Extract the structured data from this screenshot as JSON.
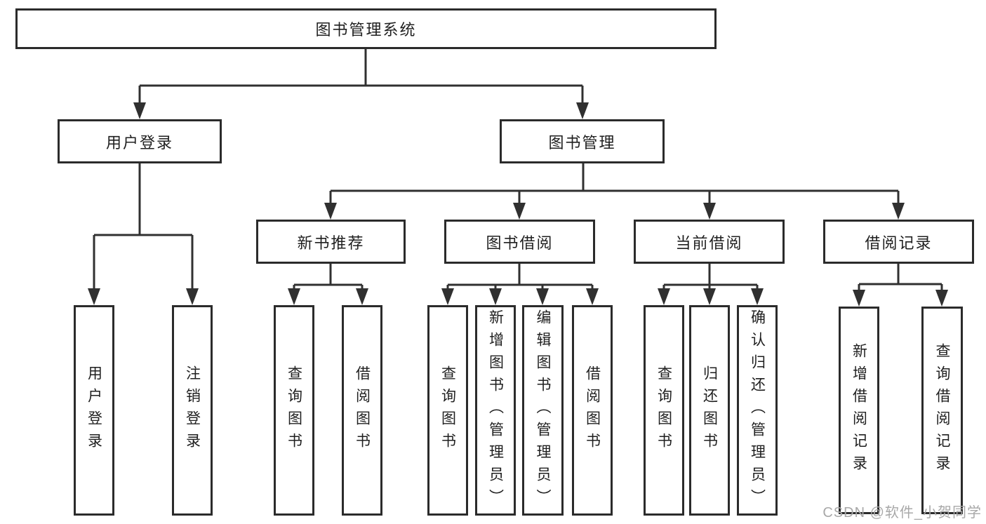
{
  "colors": {
    "line": "#303030",
    "box_border": "#2b2b2b",
    "text": "#1f1f1f",
    "background": "#ffffff",
    "watermark": "#a8a8a8"
  },
  "watermark": "CSDN @软件_小贺同学",
  "diagram": {
    "type": "hierarchy-tree",
    "tree": {
      "label": "图书管理系统",
      "children": [
        {
          "label": "用户登录",
          "children": [
            {
              "label": "用户登录"
            },
            {
              "label": "注销登录"
            }
          ]
        },
        {
          "label": "图书管理",
          "children": [
            {
              "label": "新书推荐",
              "children": [
                {
                  "label": "查询图书"
                },
                {
                  "label": "借阅图书"
                }
              ]
            },
            {
              "label": "图书借阅",
              "children": [
                {
                  "label": "查询图书"
                },
                {
                  "label": "新增图书（管理员）"
                },
                {
                  "label": "编辑图书（管理员）"
                },
                {
                  "label": "借阅图书"
                }
              ]
            },
            {
              "label": "当前借阅",
              "children": [
                {
                  "label": "查询图书"
                },
                {
                  "label": "归还图书"
                },
                {
                  "label": "确认归还（管理员）"
                }
              ]
            },
            {
              "label": "借阅记录",
              "children": [
                {
                  "label": "新增借阅记录"
                },
                {
                  "label": "查询借阅记录"
                }
              ]
            }
          ]
        }
      ]
    }
  }
}
